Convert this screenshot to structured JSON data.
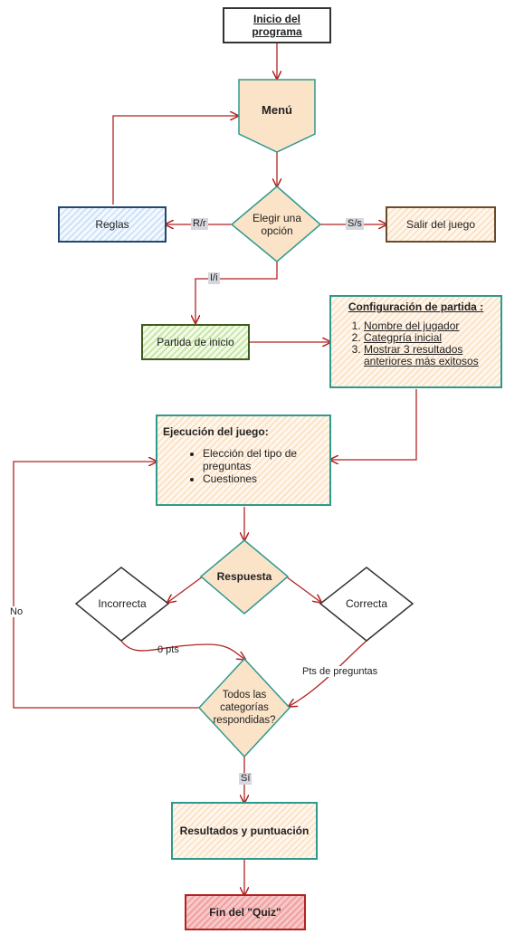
{
  "nodes": {
    "start": "Inicio del programa",
    "menu": "Menú",
    "choose": "Elegir una opción",
    "rules": "Reglas",
    "exit": "Salir del juego",
    "start_game": "Partida de inicio",
    "config": {
      "title": "Configuración de partida :",
      "items": [
        "Nombre del jugador",
        "Categpría inicial",
        "Mostrar 3 resultados anteriores más exitosos"
      ]
    },
    "exec": {
      "title": "Ejecución del juego:",
      "items": [
        "Elección del tipo de preguntas",
        "Cuestiones"
      ]
    },
    "answer": "Respuesta",
    "wrong": "Incorrecta",
    "right": "Correcta",
    "all_done": "Todos las categorías respondidas?",
    "results": "Resultados y puntuación",
    "end": "Fin del \"Quiz\""
  },
  "edges": {
    "rr": "R/r",
    "ss": "S/s",
    "ii": "I/i",
    "zero": "0 pts",
    "pts": "Pts de preguntas",
    "no": "No",
    "yes": "Sí"
  },
  "colors": {
    "arrow": "#b22222",
    "teal": "#2e9a8e"
  }
}
